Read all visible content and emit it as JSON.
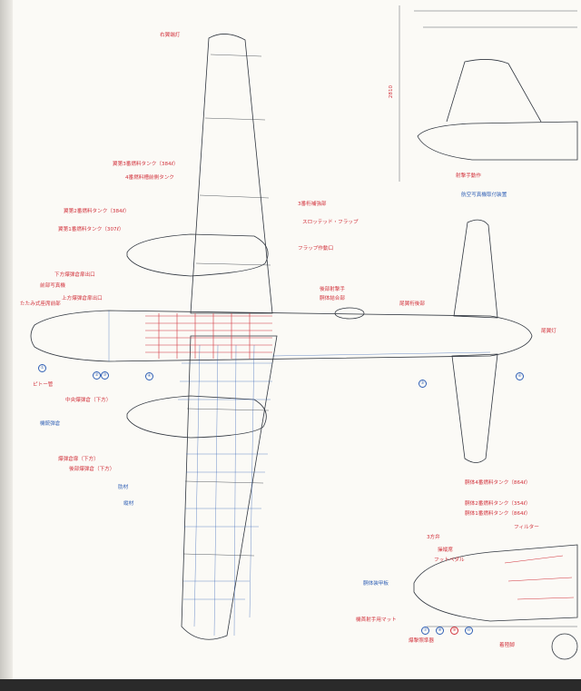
{
  "labels": {
    "wingtip_light": "右翼端灯",
    "wing_tank3": "翼第3番燃料タンク（384ℓ）",
    "wing_tank4": "4番燃料槽前側タンク",
    "wing_tank2": "翼第2番燃料タンク（384ℓ）",
    "wing_tank1": "翼第1番燃料タンク（307ℓ）",
    "spar3": "3番桁補強部",
    "slotted_flap": "スロッテッド・フラップ",
    "flap_hinge": "フラップ作動口",
    "lower_bay_hatch": "下方爆弾倉扉出口",
    "front_radio": "前部写真機",
    "upper_bay_hatch": "上方爆弾倉扉出口",
    "folding_seat": "たたみ式座席前部",
    "gunner_hatch": "後部射撃手",
    "fuselage_joint": "胴体結合部",
    "rear_frame": "尾翼桁後部",
    "tail_light": "尾翼灯",
    "pitot": "ピトー管",
    "mid_bay_lower": "中央爆弾倉（下方）",
    "ammo_box": "機銃弾倉",
    "bay_lower": "爆弾倉扉（下方）",
    "rear_bay_lower": "後部爆弾倉（下方）",
    "rib": "肋材",
    "stringer": "縦材",
    "tank4_fuselage": "胴体4番燃料タンク（864ℓ）",
    "tank2_fuselage": "胴体2番燃料タンク（354ℓ）",
    "tank1_fuselage": "胴体1番燃料タンク（864ℓ）",
    "filter": "フィルター",
    "vent": "3方弁",
    "cabin_floor": "操縦席",
    "foot_pedal": "フットペダル",
    "nose_armor": "胴体装甲板",
    "nose_gunner_mat": "機首射手用マット",
    "bomb_sight": "爆撃照準器",
    "landing_gear": "着陸脚",
    "side_mech": "射撃手動作",
    "side_ctrl": "航空写真機取付装置",
    "side_height": "2810"
  },
  "markers": {
    "a": "①",
    "b": "②",
    "c": "③",
    "d": "④",
    "e": "⑤",
    "f": "⑥",
    "g": "⑦",
    "h": "⑧",
    "i": "⑨",
    "j": "⑩"
  },
  "colors": {
    "line": "#30363f",
    "red": "#d2323c",
    "blue": "#2f5fb5"
  }
}
